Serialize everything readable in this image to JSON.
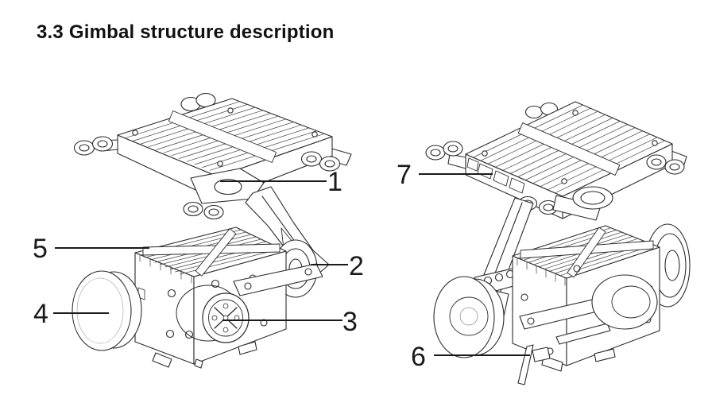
{
  "heading": "3.3 Gimbal structure description",
  "colors": {
    "ink": "#1a1a1a",
    "paper": "#ffffff"
  },
  "figures": {
    "left": {
      "callouts": [
        "1",
        "2",
        "3",
        "4",
        "5"
      ]
    },
    "right": {
      "callouts": [
        "6",
        "7"
      ]
    }
  }
}
